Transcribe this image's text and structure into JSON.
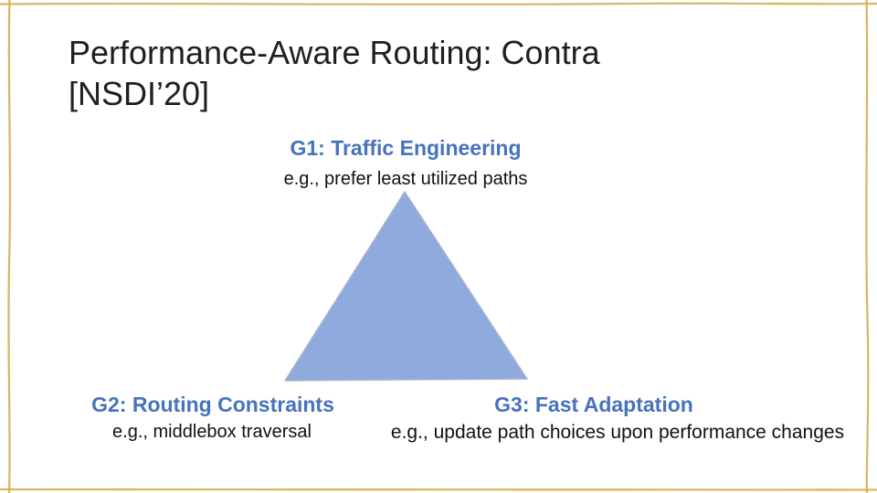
{
  "slide": {
    "title": {
      "line1": "Performance-Aware Routing: Contra",
      "line2": "[NSDI’20]"
    },
    "goals": {
      "g1": {
        "heading": "G1: Traffic Engineering",
        "example": "e.g., prefer least utilized paths"
      },
      "g2": {
        "heading": "G2: Routing Constraints",
        "example": "e.g., middlebox traversal"
      },
      "g3": {
        "heading": "G3: Fast Adaptation",
        "example": "e.g., update path choices upon performance changes"
      }
    },
    "diagram": {
      "shape": "triangle",
      "meaning": "three goals at the corners of a design-space triangle"
    },
    "colors": {
      "heading_blue": "#4673BC",
      "triangle_fill": "#8FAADC",
      "triangle_edge": "#A9B4CF",
      "frame_gold": "#D9AC52",
      "title_text": "#1F1F1F",
      "body_text": "#111111"
    }
  }
}
